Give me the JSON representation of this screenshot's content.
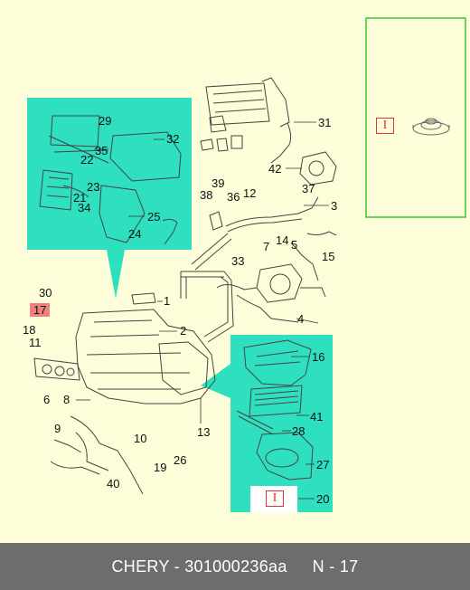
{
  "diagram": {
    "callouts": [
      "29",
      "32",
      "35",
      "22",
      "23",
      "21",
      "34",
      "25",
      "24",
      "31",
      "42",
      "39",
      "38",
      "36",
      "12",
      "37",
      "3",
      "7",
      "14",
      "5",
      "15",
      "33",
      "4",
      "30",
      "1",
      "17",
      "18",
      "11",
      "2",
      "16",
      "41",
      "28",
      "27",
      "20",
      "6",
      "9",
      "8",
      "10",
      "19",
      "26",
      "13",
      "40"
    ],
    "highlighted_callout": "17",
    "info_marker": "I",
    "colors": {
      "background": "#fdfdd9",
      "teal_panel": "#2ee0c0",
      "inset_border": "#33cc33",
      "highlight": "#f08080",
      "footer": "#6d6d6d",
      "info_icon": "#dd3333"
    }
  },
  "footer": {
    "brand_part": "CHERY - 301000236aa",
    "page": "N - 17"
  }
}
